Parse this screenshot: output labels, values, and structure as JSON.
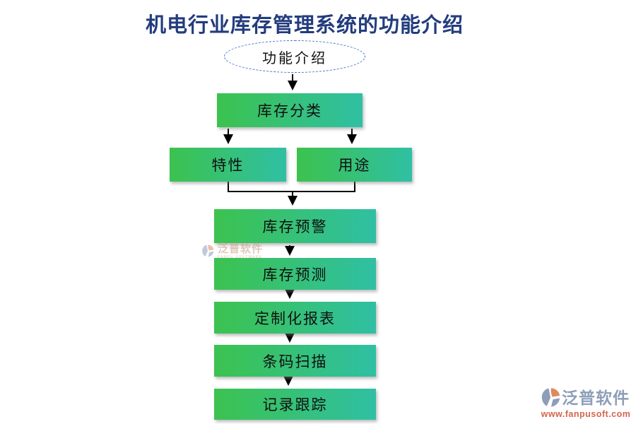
{
  "title": "机电行业库存管理系统的功能介绍",
  "colors": {
    "title_text": "#223C7E",
    "ellipse_border": "#4472C4",
    "node_gradient_left": "#3CC24F",
    "node_gradient_right": "#2FC0A3",
    "node_text": "#101010",
    "connector": "#000000",
    "brand_gray": "#8E9EB8",
    "brand_orange": "#D4654E"
  },
  "flowchart": {
    "root": {
      "label": "功能介绍"
    },
    "nodes": [
      {
        "id": "inventory-classification",
        "label": "库存分类"
      },
      {
        "id": "characteristics",
        "label": "特性"
      },
      {
        "id": "usage",
        "label": "用途"
      },
      {
        "id": "inventory-warning",
        "label": "库存预警"
      },
      {
        "id": "inventory-forecast",
        "label": "库存预测"
      },
      {
        "id": "custom-reports",
        "label": "定制化报表"
      },
      {
        "id": "barcode-scanning",
        "label": "条码扫描"
      },
      {
        "id": "record-tracking",
        "label": "记录跟踪"
      }
    ]
  },
  "watermark_mid": {
    "brand": "泛普软件",
    "subtext": "FANPU SOFTWARE"
  },
  "footer_logo": {
    "brand": "泛普软件",
    "url": "www.fanpusoft.com"
  }
}
